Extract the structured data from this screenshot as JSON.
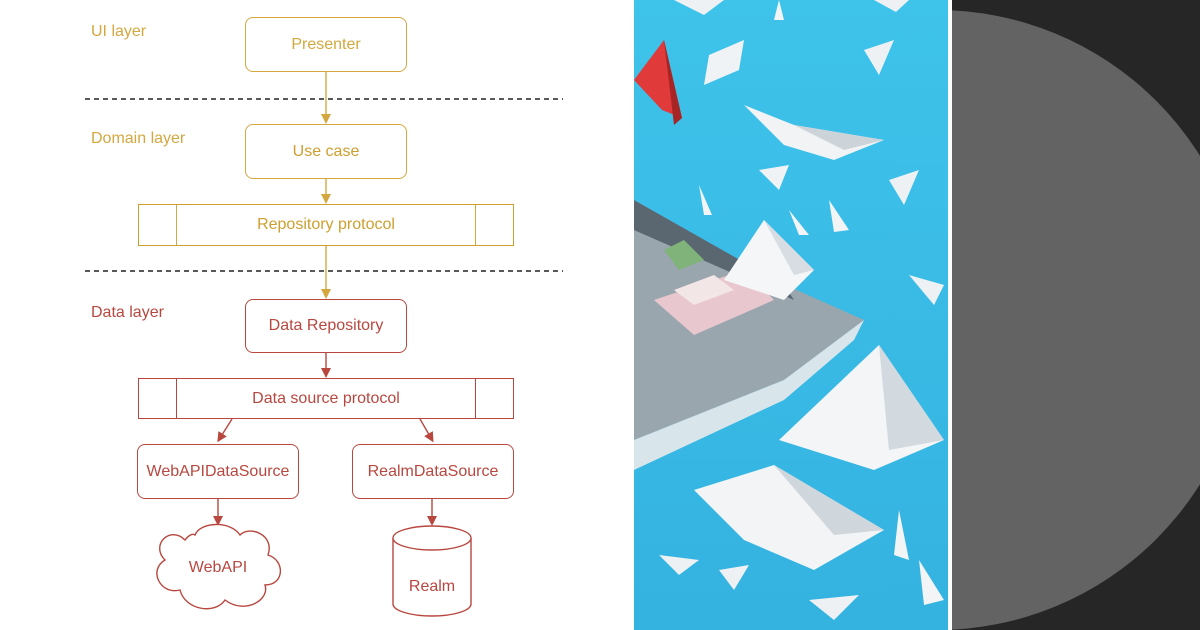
{
  "layers": {
    "ui": "UI layer",
    "domain": "Domain layer",
    "data": "Data layer"
  },
  "nodes": {
    "presenter": "Presenter",
    "use_case": "Use case",
    "repository_protocol": "Repository protocol",
    "data_repository": "Data Repository",
    "data_source_protocol": "Data source protocol",
    "webapi_datasource": "WebAPIDataSource",
    "realm_datasource": "RealmDataSource",
    "webapi": "WebAPI",
    "realm": "Realm"
  },
  "colors": {
    "ui_domain": "#d4a73f",
    "data": "#b8473f",
    "ocean": "#38b9e3",
    "dark_panel": "#262626",
    "circle": "#636363"
  },
  "images": {
    "middle": "paper-boats-ocean-illustration",
    "right": "gray-half-circle-graphic"
  }
}
